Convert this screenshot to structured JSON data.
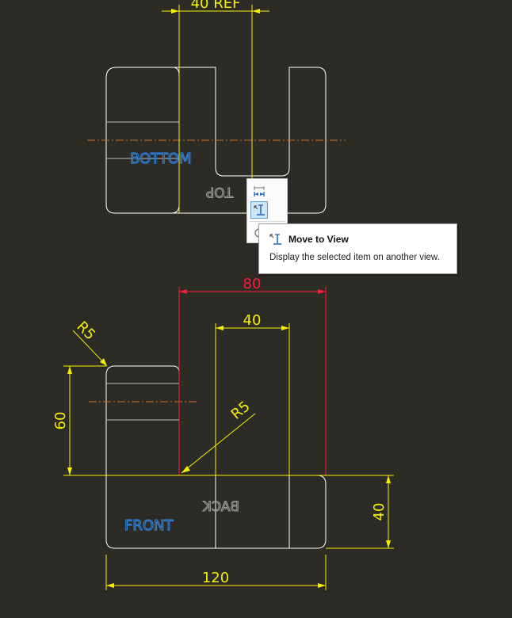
{
  "drawing": {
    "top_view": {
      "dimension_ref": "40 REF",
      "label_bottom": "BOTTOM",
      "label_top": "TOP"
    },
    "front_view": {
      "dim_overall_width": "80",
      "dim_slot_width": "40",
      "dim_base_width": "120",
      "dim_height_left": "60",
      "dim_height_right": "40",
      "dim_radius_outer": "R5",
      "dim_radius_inner": "R5",
      "label_front": "FRONT",
      "label_back": "BACK"
    }
  },
  "mini_toolbar": {
    "items": [
      {
        "name": "dimension-flip-icon"
      },
      {
        "name": "move-to-view-icon",
        "active": true
      },
      {
        "name": "circle-icon"
      }
    ]
  },
  "tooltip": {
    "title": "Move to View",
    "description": "Display the selected item on another view."
  },
  "colors": {
    "background": "#2d2b26",
    "geometry": "#ffffff",
    "dimension": "#f5f000",
    "dimension_selected": "#ff1a3c",
    "centerline": "#c8702a",
    "view_label": "#2e7fd6"
  }
}
